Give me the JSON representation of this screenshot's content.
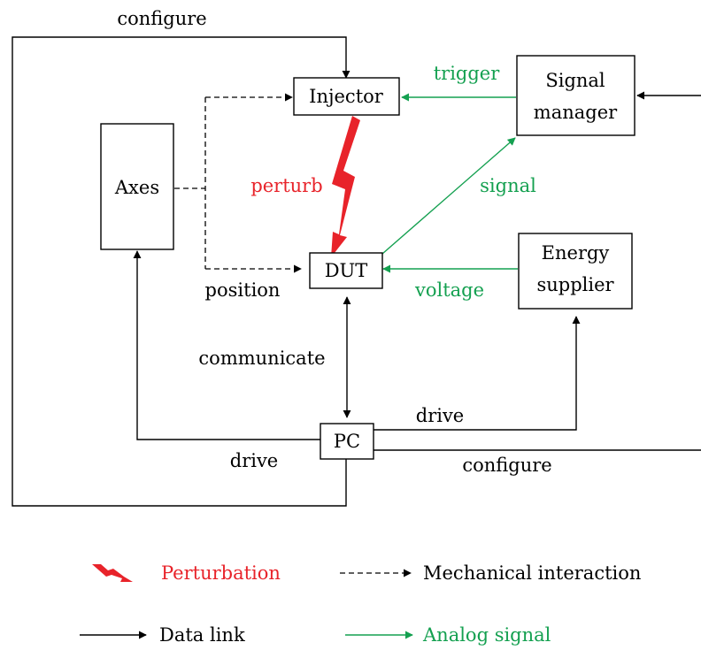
{
  "colors": {
    "data_link": "#000000",
    "analog_signal": "#14a050",
    "perturbation": "#e8232a"
  },
  "nodes": {
    "injector": "Injector",
    "signal_manager_line1": "Signal",
    "signal_manager_line2": "manager",
    "axes": "Axes",
    "dut": "DUT",
    "energy_supplier_line1": "Energy",
    "energy_supplier_line2": "supplier",
    "pc": "PC"
  },
  "edges": {
    "configure_top": "configure",
    "trigger": "trigger",
    "perturb": "perturb",
    "signal": "signal",
    "position": "position",
    "voltage": "voltage",
    "communicate": "communicate",
    "drive_energy": "drive",
    "drive_axes": "drive",
    "configure_bottom": "configure"
  },
  "legend": {
    "perturbation": "Perturbation",
    "mechanical_interaction": "Mechanical interaction",
    "data_link": "Data link",
    "analog_signal": "Analog signal"
  }
}
